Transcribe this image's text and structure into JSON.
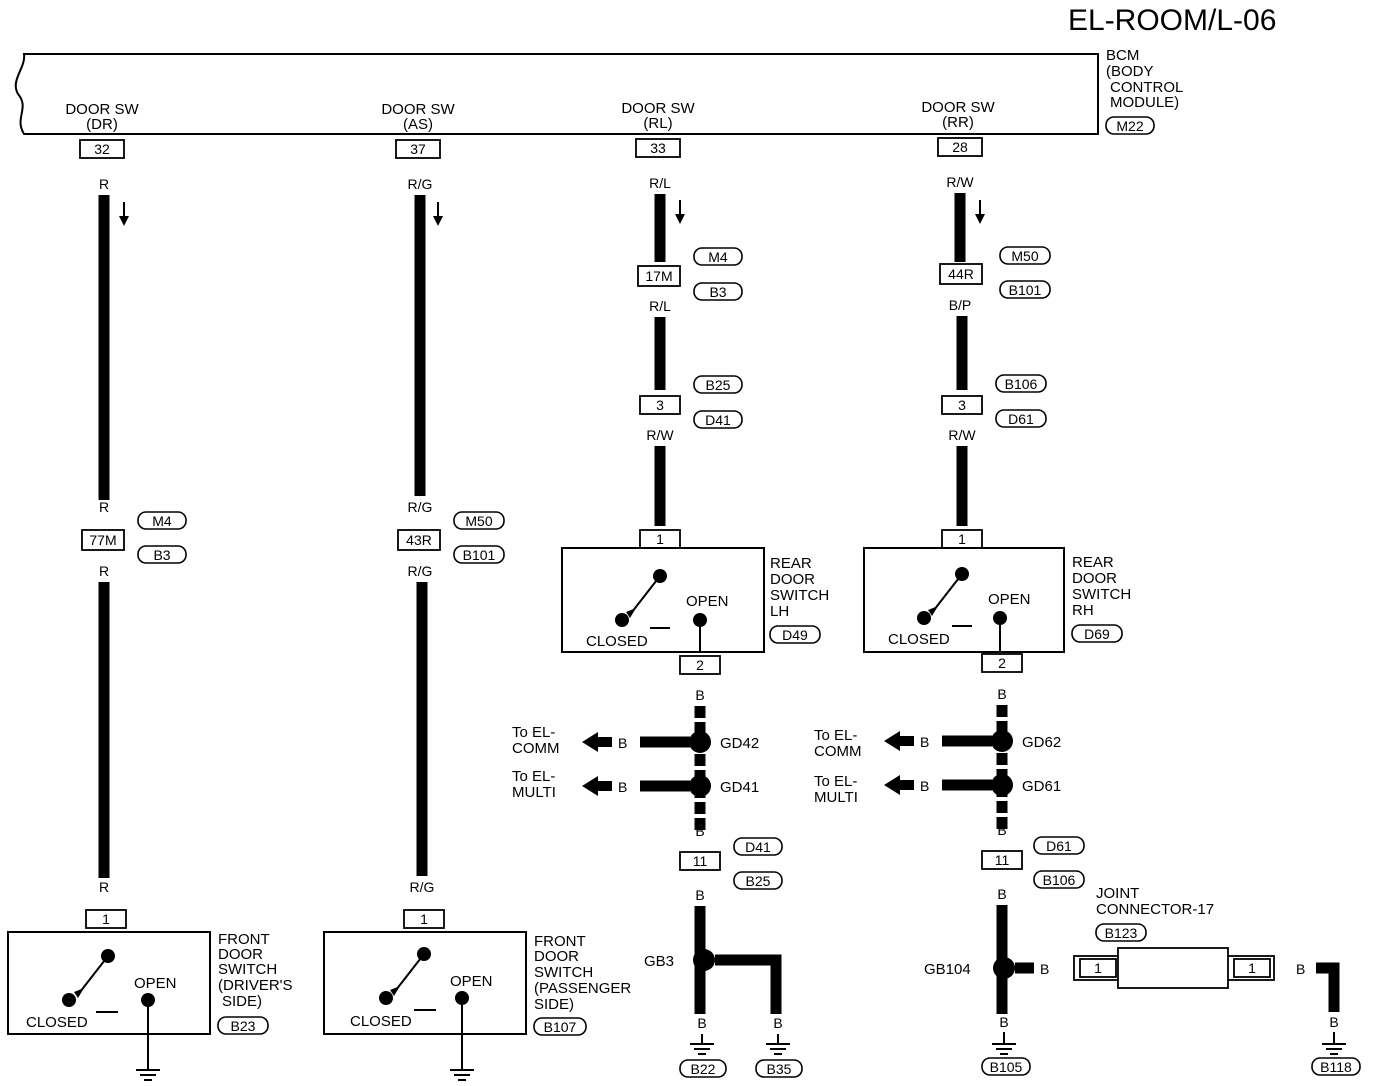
{
  "title": "EL-ROOM/L-06",
  "bcm": {
    "label_lines": [
      "BCM",
      "(BODY",
      "CONTROL",
      "MODULE)"
    ],
    "connector_id": "M22",
    "pins": [
      {
        "name_lines": [
          "DOOR SW",
          "(DR)"
        ],
        "pin": "32"
      },
      {
        "name_lines": [
          "DOOR SW",
          "(AS)"
        ],
        "pin": "37"
      },
      {
        "name_lines": [
          "DOOR SW",
          "(RL)"
        ],
        "pin": "33"
      },
      {
        "name_lines": [
          "DOOR SW",
          "(RR)"
        ],
        "pin": "28"
      }
    ]
  },
  "circuits": {
    "dr": {
      "wire_top": "R",
      "wire_mid_above": "R",
      "wire_mid_below": "R",
      "wire_bottom": "R",
      "inline_connector": "77M",
      "inline_ids": [
        "M4",
        "B3"
      ],
      "switch_pin": "1",
      "switch_label_lines": [
        "FRONT",
        "DOOR",
        "SWITCH",
        "(DRIVER'S",
        "SIDE)"
      ],
      "switch_id": "B23",
      "open_label": "OPEN",
      "closed_label": "CLOSED"
    },
    "as": {
      "wire_top": "R/G",
      "wire_mid_above": "R/G",
      "wire_mid_below": "R/G",
      "wire_bottom": "R/G",
      "inline_connector": "43R",
      "inline_ids": [
        "M50",
        "B101"
      ],
      "switch_pin": "1",
      "switch_label_lines": [
        "FRONT",
        "DOOR",
        "SWITCH",
        "(PASSENGER",
        " SIDE)"
      ],
      "switch_id": "B107",
      "open_label": "OPEN",
      "closed_label": "CLOSED"
    },
    "rl": {
      "wire_top": "R/L",
      "conn1": "17M",
      "conn1_ids": [
        "M4",
        "B3"
      ],
      "wire_after_conn1": "R/L",
      "conn2": "3",
      "conn2_ids": [
        "B25",
        "D41"
      ],
      "wire_after_conn2": "R/W",
      "switch_pin_top": "1",
      "switch_pin_bottom": "2",
      "switch_label_lines": [
        "REAR",
        "DOOR",
        "SWITCH",
        "LH"
      ],
      "switch_id": "D49",
      "open_label": "OPEN",
      "closed_label": "CLOSED",
      "wire_after_switch": "B",
      "junction1": {
        "name": "GD42",
        "wire": "B",
        "dest_lines": [
          "To EL-",
          "COMM"
        ]
      },
      "junction2": {
        "name": "GD41",
        "wire": "B",
        "dest_lines": [
          "To EL-",
          "MULTI"
        ]
      },
      "wire_after_junctions": "B",
      "conn3": "11",
      "conn3_ids": [
        "D41",
        "B25"
      ],
      "wire_after_conn3": "B",
      "ground_junction": "GB3",
      "ground_wires": [
        "B",
        "B"
      ],
      "grounds": [
        "B22",
        "B35"
      ]
    },
    "rr": {
      "wire_top": "R/W",
      "conn1": "44R",
      "conn1_ids": [
        "M50",
        "B101"
      ],
      "wire_after_conn1": "B/P",
      "conn2": "3",
      "conn2_ids": [
        "B106",
        "D61"
      ],
      "wire_after_conn2": "R/W",
      "switch_pin_top": "1",
      "switch_pin_bottom": "2",
      "switch_label_lines": [
        "REAR",
        "DOOR",
        "SWITCH",
        "RH"
      ],
      "switch_id": "D69",
      "open_label": "OPEN",
      "closed_label": "CLOSED",
      "wire_after_switch": "B",
      "junction1": {
        "name": "GD62",
        "wire": "B",
        "dest_lines": [
          "To EL-",
          "COMM"
        ]
      },
      "junction2": {
        "name": "GD61",
        "wire": "B",
        "dest_lines": [
          "To EL-",
          "MULTI"
        ]
      },
      "wire_after_junctions": "B",
      "conn3": "11",
      "conn3_ids": [
        "D61",
        "B106"
      ],
      "wire_after_conn3": "B",
      "ground_junction": "GB104",
      "ground_junction_wire": "B",
      "joint_label_lines": [
        "JOINT",
        "CONNECTOR-17"
      ],
      "joint_id": "B123",
      "joint_pins": [
        "1",
        "1"
      ],
      "joint_out_wire": "B",
      "ground_wire_left": "B",
      "ground_wire_right": "B",
      "grounds": [
        "B105",
        "B118"
      ]
    }
  }
}
